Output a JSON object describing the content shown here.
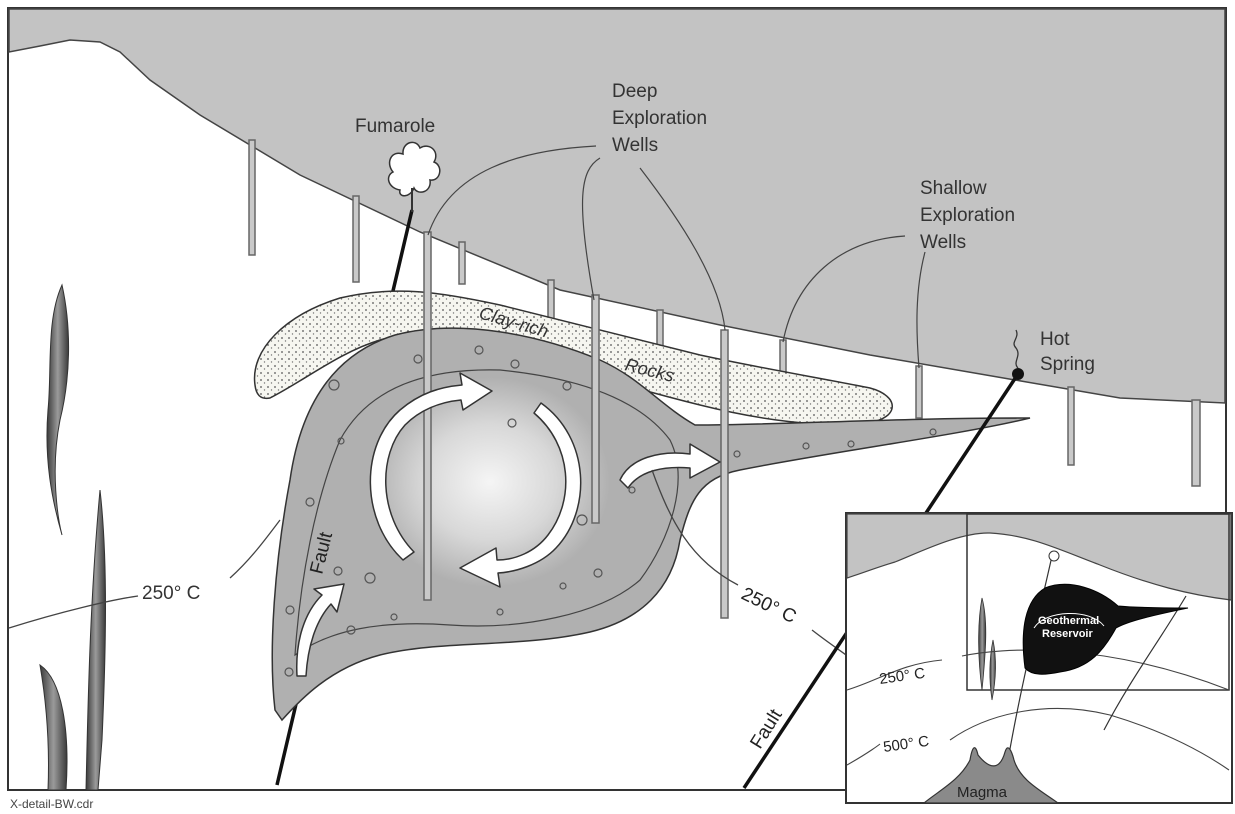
{
  "labels": {
    "fumarole": "Fumarole",
    "deep_wells": [
      "Deep",
      "Exploration",
      "Wells"
    ],
    "shallow_wells": [
      "Shallow",
      "Exploration",
      "Wells"
    ],
    "hot_spring": [
      "Hot",
      "Spring"
    ],
    "clay_rich": "Clay-rich",
    "rocks": "Rocks",
    "fault_left": "Fault",
    "fault_right": "Fault",
    "isotherm_left": "250° C",
    "isotherm_right": "250° C"
  },
  "inset": {
    "reservoir": [
      "Geothermal",
      "Reservoir"
    ],
    "isotherm_250": "250° C",
    "isotherm_500": "500° C",
    "magma": "Magma"
  },
  "footer": "X-detail-BW.cdr",
  "colors": {
    "surface": "#c3c3c3",
    "reservoir": "#b0b0b0",
    "reservoir_core": "#e6e6e6",
    "clay_layer": "#f4f4ee",
    "inset_reservoir": "#111111",
    "magma": "#8a8a8a"
  }
}
